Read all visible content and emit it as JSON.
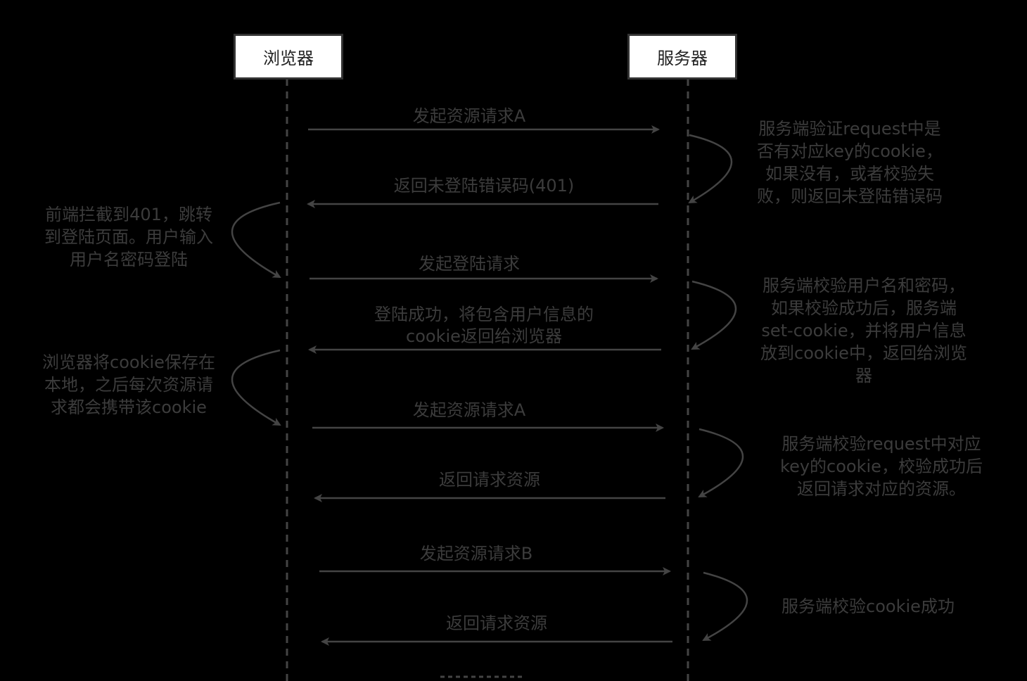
{
  "actors": {
    "browser": "浏览器",
    "server": "服务器"
  },
  "messages": [
    {
      "label_lines": [
        "发起资源请求A"
      ],
      "direction": "to-server"
    },
    {
      "label_lines": [
        "返回未登陆错误码(401)"
      ],
      "direction": "to-browser"
    },
    {
      "label_lines": [
        "发起登陆请求"
      ],
      "direction": "to-server"
    },
    {
      "label_lines": [
        "登陆成功，将包含用户信息的",
        "cookie返回给浏览器"
      ],
      "direction": "to-browser"
    },
    {
      "label_lines": [
        "发起资源请求A"
      ],
      "direction": "to-server"
    },
    {
      "label_lines": [
        "返回请求资源"
      ],
      "direction": "to-browser"
    },
    {
      "label_lines": [
        "发起资源请求B"
      ],
      "direction": "to-server"
    },
    {
      "label_lines": [
        "返回请求资源"
      ],
      "direction": "to-browser"
    }
  ],
  "server_notes": [
    {
      "lines": [
        "服务端验证request中是",
        "否有对应key的cookie，",
        "如果没有，或者校验失",
        "败，则返回未登陆错误码"
      ]
    },
    {
      "lines": [
        "服务端校验用户名和密码，",
        "如果校验成功后，服务端",
        "set-cookie，并将用户信息",
        "放到cookie中，返回给浏览",
        "器"
      ]
    },
    {
      "lines": [
        "服务端校验request中对应",
        "key的cookie，校验成功后",
        "返回请求对应的资源。"
      ]
    },
    {
      "lines": [
        "服务端校验cookie成功"
      ]
    }
  ],
  "browser_notes": [
    {
      "lines": [
        "前端拦截到401，跳转",
        "到登陆页面。用户输入",
        "用户名密码登陆"
      ]
    },
    {
      "lines": [
        "浏览器将cookie保存在",
        "本地，之后每次资源请",
        "求都会携带该cookie"
      ]
    }
  ],
  "colors": {
    "background": "#000000",
    "line": "#444444",
    "text": "#3c3c3c",
    "box_fill": "#ffffff",
    "box_border": "#333333"
  }
}
